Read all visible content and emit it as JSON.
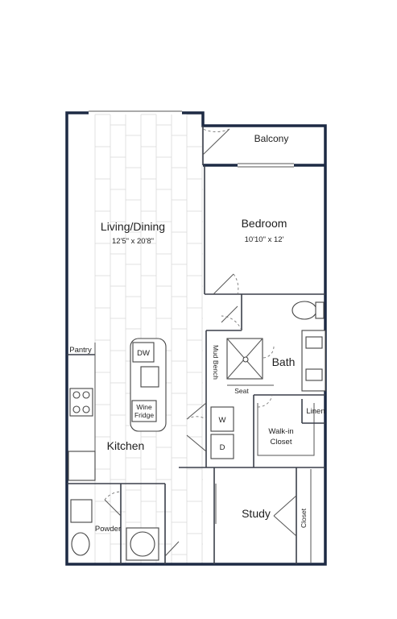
{
  "rooms": {
    "balcony": "Balcony",
    "bedroom": {
      "name": "Bedroom",
      "dims": "10'10\" x 12'"
    },
    "living": {
      "name": "Living/Dining",
      "dims": "12'5\" x 20'8\""
    },
    "bath": "Bath",
    "walkin_line1": "Walk-in",
    "walkin_line2": "Closet",
    "kitchen": "Kitchen",
    "study": "Study",
    "powder": "Powder",
    "pantry": "Pantry",
    "closet": "Closet",
    "linen": "Linen",
    "mud_bench": "Mud Bench",
    "seat": "Seat"
  },
  "fixtures": {
    "dishwasher": "DW",
    "wine_line1": "Wine",
    "wine_line2": "Fridge",
    "washer": "W",
    "dryer": "D"
  },
  "colors": {
    "exterior_wall": "#1d2a44",
    "interior_wall": "#3a3f4a",
    "floor_plank": "#d9d9d9"
  }
}
